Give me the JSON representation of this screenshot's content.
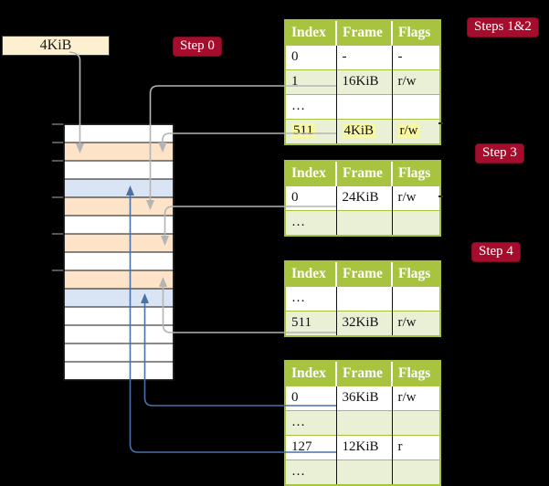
{
  "root_box": {
    "label": "4KiB"
  },
  "steps": {
    "step0": "Step 0",
    "steps12": "Steps 1&2",
    "step3": "Step 3",
    "step4": "Step 4"
  },
  "colors": {
    "chip_red": "#a60d2d",
    "table_green": "#a8c340",
    "row_green": "#e9f0d6",
    "highlight_yellow": "#f8f8a2",
    "mem_orange": "#fde3c8",
    "mem_blue": "#d9e5f5",
    "box_cream": "#fcf0d1",
    "arrow_gray": "#b4b4b4",
    "arrow_blue": "#4a70a8"
  },
  "memory": {
    "rows": [
      "white",
      "orange",
      "white",
      "blue",
      "orange",
      "white",
      "orange",
      "white",
      "orange",
      "blue",
      "white",
      "white",
      "white",
      "white"
    ]
  },
  "tables": [
    {
      "headers": [
        "Index",
        "Frame",
        "Flags"
      ],
      "rows": [
        {
          "cells": [
            "0",
            "-",
            "-"
          ]
        },
        {
          "cells": [
            "1",
            "16KiB",
            "r/w"
          ]
        },
        {
          "cells": [
            "…",
            "",
            ""
          ]
        },
        {
          "cells": [
            "511",
            "4KiB",
            "r/w"
          ],
          "highlight": true
        }
      ]
    },
    {
      "headers": [
        "Index",
        "Frame",
        "Flags"
      ],
      "rows": [
        {
          "cells": [
            "0",
            "24KiB",
            "r/w"
          ]
        },
        {
          "cells": [
            "…",
            "",
            ""
          ]
        }
      ]
    },
    {
      "headers": [
        "Index",
        "Frame",
        "Flags"
      ],
      "rows": [
        {
          "cells": [
            "…",
            "",
            ""
          ]
        },
        {
          "cells": [
            "511",
            "32KiB",
            "r/w"
          ]
        }
      ]
    },
    {
      "headers": [
        "Index",
        "Frame",
        "Flags"
      ],
      "rows": [
        {
          "cells": [
            "0",
            "36KiB",
            "r/w"
          ]
        },
        {
          "cells": [
            "…",
            "",
            ""
          ]
        },
        {
          "cells": [
            "127",
            "12KiB",
            "r"
          ]
        },
        {
          "cells": [
            "…",
            "",
            ""
          ]
        }
      ]
    }
  ]
}
